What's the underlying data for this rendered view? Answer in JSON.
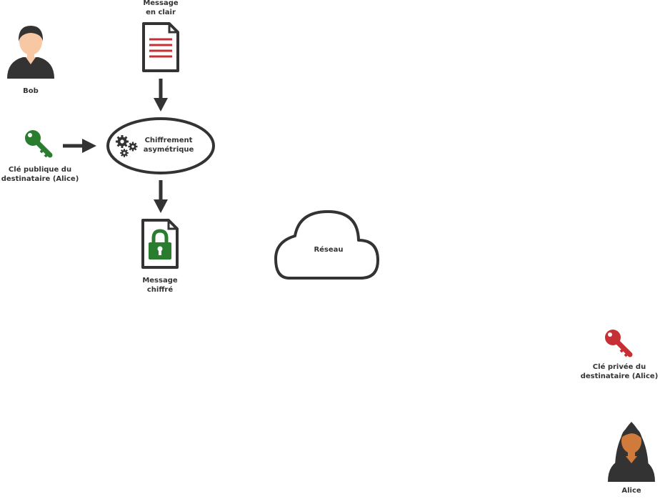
{
  "nodes": {
    "bob": {
      "label": "Bob",
      "icon": "user-male-icon"
    },
    "plain_message": {
      "label": "Message\nen clair",
      "icon": "document-icon"
    },
    "public_key": {
      "label": "Clé publique du\ndestinataire (Alice)",
      "icon": "key-icon",
      "color": "#2a7d2e"
    },
    "cipher_process": {
      "label": "Chiffrement\nasymétrique",
      "icon": "gears-icon"
    },
    "encrypted_message": {
      "label": "Message\nchiffré",
      "icon": "locked-document-icon",
      "color": "#2a7d2e"
    },
    "network": {
      "label": "Réseau",
      "icon": "cloud-icon"
    },
    "private_key": {
      "label": "Clé privée du\ndestinataire (Alice)",
      "icon": "key-icon",
      "color": "#c62f33"
    },
    "alice": {
      "label": "Alice",
      "icon": "user-female-icon"
    }
  },
  "colors": {
    "stroke": "#333333",
    "skin_light": "#f8c7a4",
    "skin_dark": "#d07b3b",
    "doc_lines": "#c62f33"
  }
}
